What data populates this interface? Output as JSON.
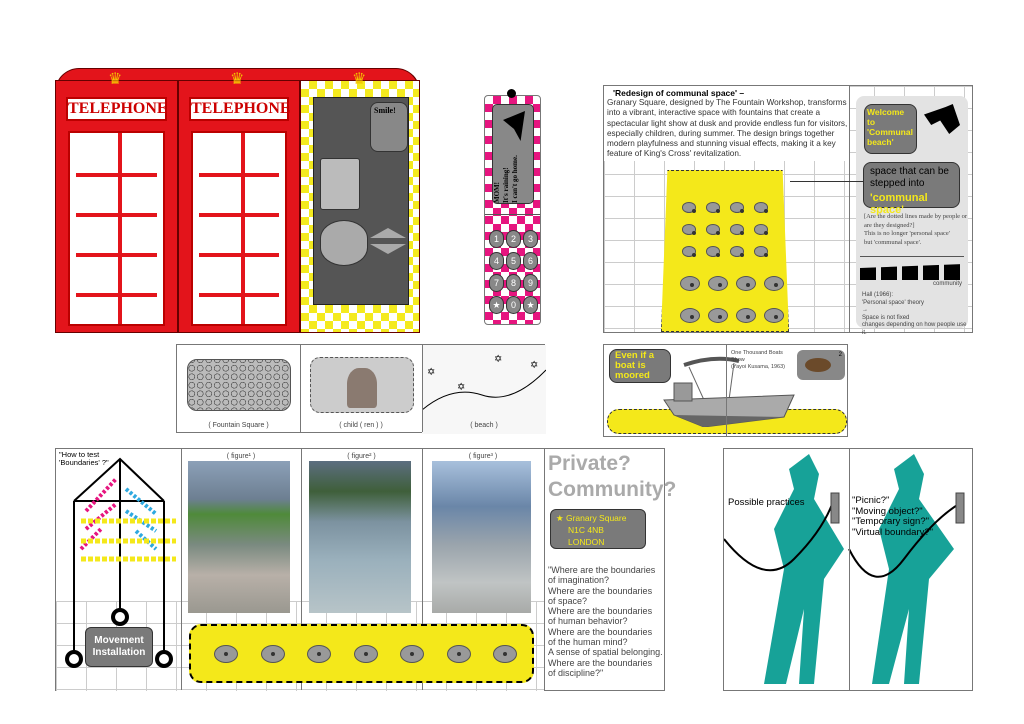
{
  "telephone_booth": {
    "sign_left": "TELEPHONE",
    "sign_middle": "TELEPHONE",
    "speech": "Smile!"
  },
  "mobile_phone": {
    "screen_text_1": "MOM!",
    "screen_text_2": "It's raining!",
    "screen_text_3": "I can't go home.",
    "keys": [
      "1",
      "2",
      "3",
      "4",
      "5",
      "6",
      "7",
      "8",
      "9",
      "★",
      "0",
      "★"
    ]
  },
  "communal_space": {
    "heading": "'Redesign of communal space'  –",
    "body": "Granary Square, designed by The Fountain Workshop, transforms into a vibrant, interactive space with fountains that create a spectacular light show at dusk and provide endless fun for visitors, especially children, during summer. The design brings together modern playfulness and stunning visual effects, making it a key feature of King's Cross' revitalization.",
    "welcome_bubble": "Welcome to 'Communal beach'",
    "step_text": "space that can be stepped into",
    "step_highlight": "'communal space'",
    "question": "[Are the dotted lines made by people or are they designed?]",
    "note_1": "This is no longer 'personal space'",
    "note_2": "but 'communal space'.",
    "community_label": "community",
    "hall_ref": "Hall (1966):",
    "hall_theory": "'Personal space' theory",
    "arrow": "→",
    "conclusion_1": "Space is not fixed",
    "conclusion_2": "changes depending on how people use it."
  },
  "strip": {
    "captions": [
      "( Fountain Square )",
      "( child ( ren ) )",
      "( beach )"
    ]
  },
  "boat": {
    "bubble": "Even if a boat is moored",
    "ref_title": "One Thousand Boats Show",
    "ref_detail": "(Yayoi Kusama, 1963)",
    "ref_number": "2"
  },
  "boundaries": {
    "question": "\"How to test 'Boundaries' ?\"",
    "installation_label": "Movement Installation",
    "figures": [
      "( figure¹ )",
      "( figure² )",
      "( figure³ )"
    ],
    "title_1": "Private?",
    "title_2": "Community?",
    "location": [
      "Granary Square",
      "N1C 4NB",
      "LONDON"
    ],
    "quote": [
      "\"Where are the boundaries",
      "of imagination?",
      "Where are the boundaries",
      "of space?",
      "Where are the boundaries",
      "of human behavior?",
      "Where are the boundaries",
      "of the human mind?",
      "A sense of spatial belonging.",
      "Where are the boundaries",
      "of discipline?\""
    ]
  },
  "practices": {
    "label": "Possible practices",
    "options": [
      "\"Picnic?\"",
      "\"Moving object?\"",
      "\"Temporary sign?\"",
      "\"Virtual boundary?\""
    ]
  },
  "colors": {
    "red": "#e3141b",
    "yellow": "#f4e81a",
    "pink": "#e6157f",
    "teal": "#17a298",
    "gray": "#7a7a7a"
  }
}
